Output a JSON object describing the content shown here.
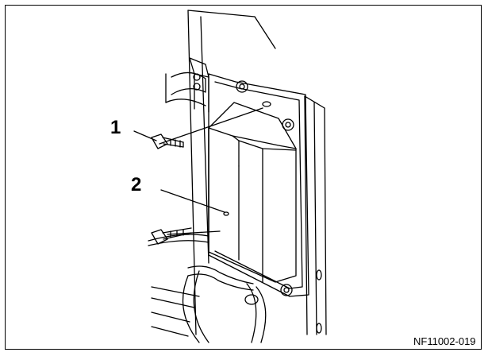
{
  "figure": {
    "callouts": [
      {
        "id": "1",
        "label": "1"
      },
      {
        "id": "2",
        "label": "2"
      }
    ],
    "code": "NF11002-019"
  }
}
